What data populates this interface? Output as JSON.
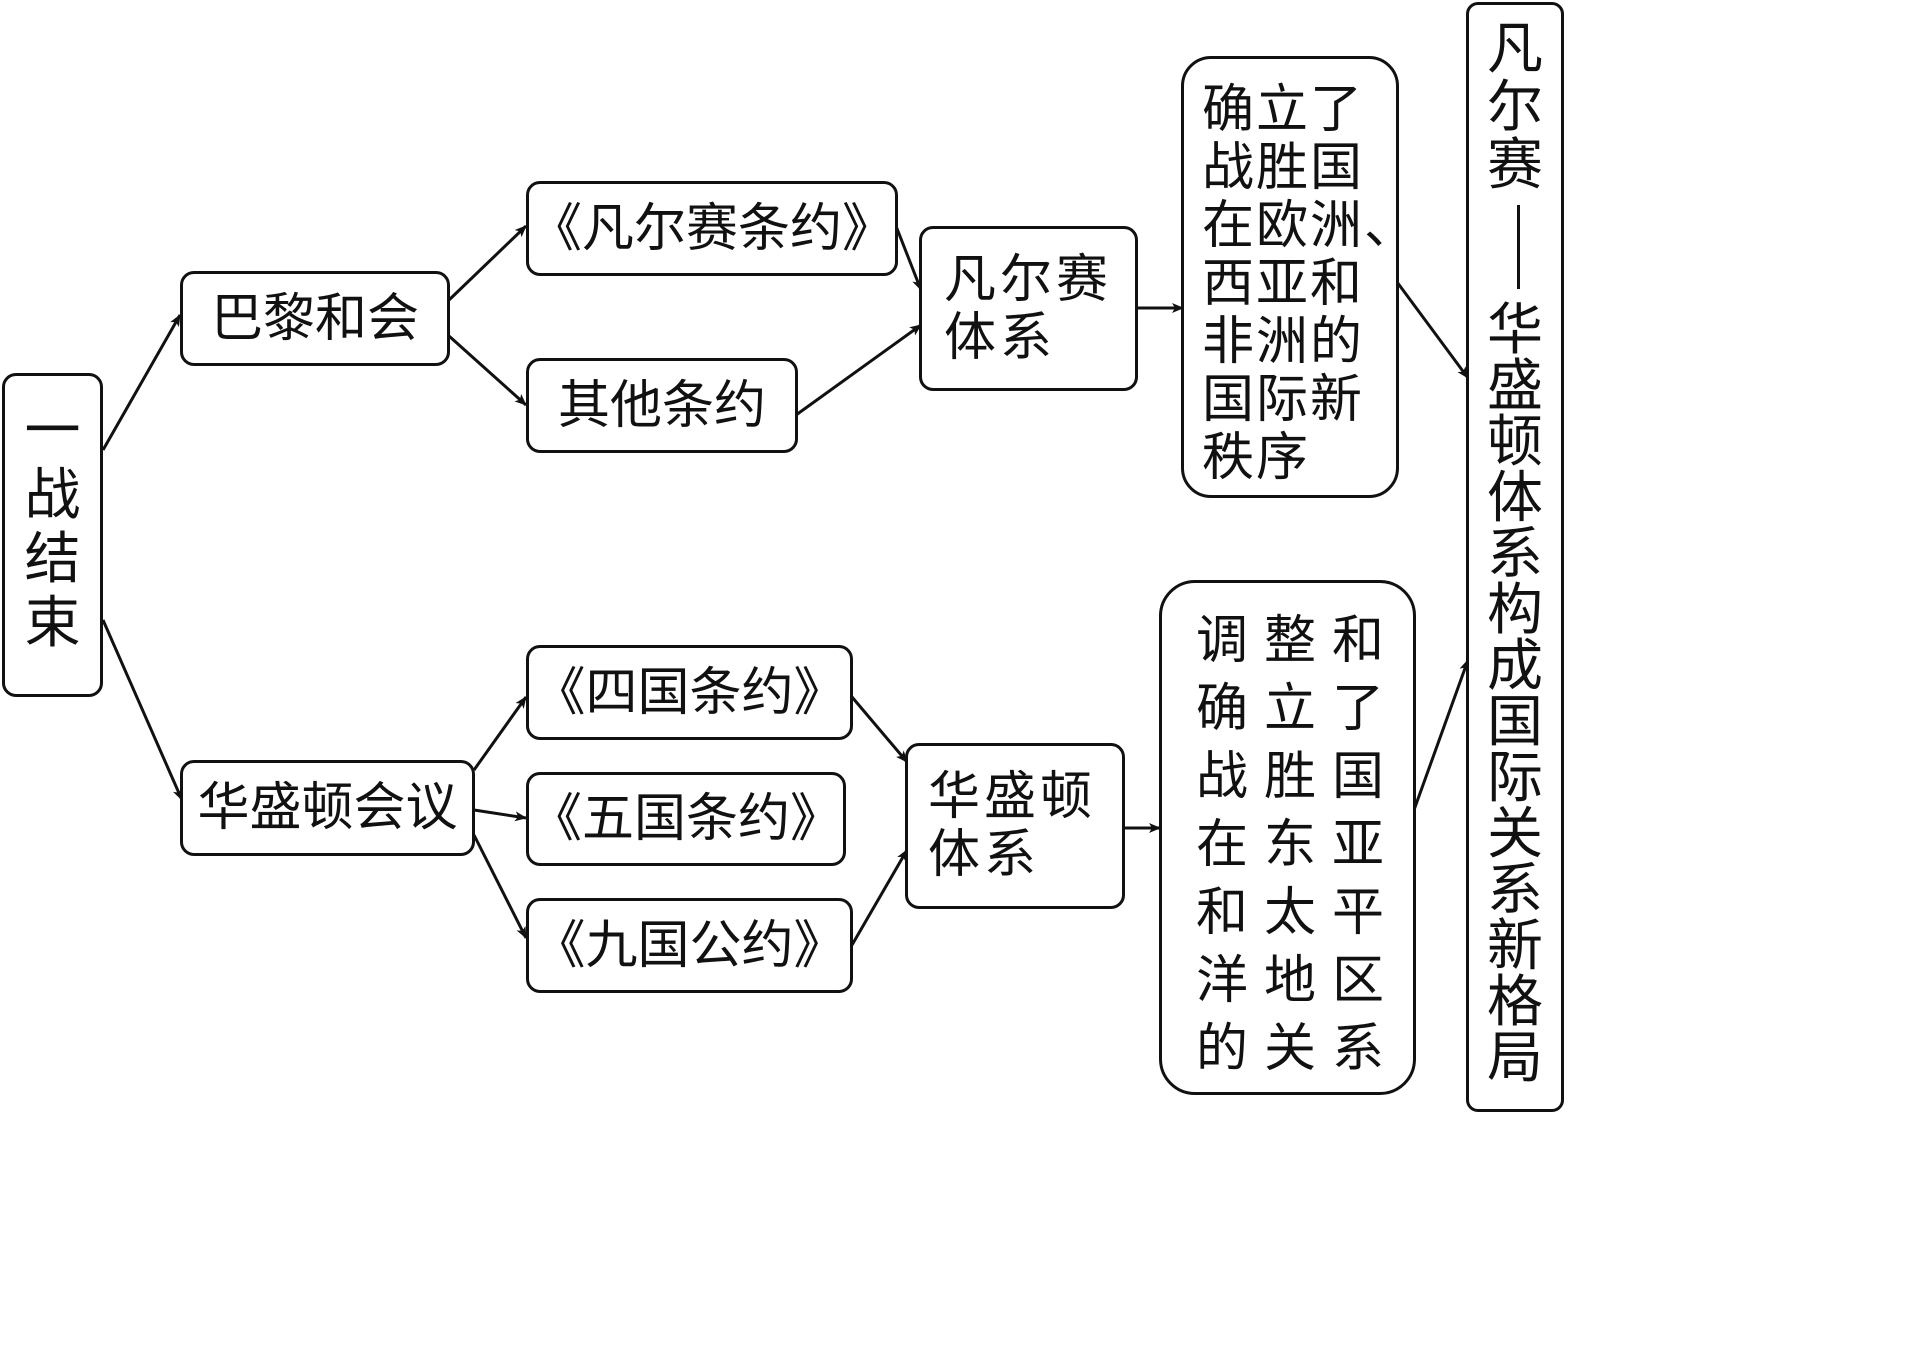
{
  "root": "一战结束",
  "conferences": {
    "paris": "巴黎和会",
    "washington": "华盛顿会议"
  },
  "treaties": {
    "versailles": "《凡尔赛条约》",
    "others": "其他条约",
    "four_power": "《四国条约》",
    "five_power": "《五国条约》",
    "nine_power": "《九国公约》"
  },
  "systems": {
    "versailles": "凡尔赛\n体系",
    "washington": "华盛顿\n体系"
  },
  "outcomes": {
    "versailles": "确立了\n战胜国\n在欧洲、\n西亚和\n非洲的\n国际新\n秩序",
    "washington": "调整和\n确立了\n战胜国\n在东亚\n和太平\n洋地区\n的关系"
  },
  "conclusion": {
    "part1": "凡尔赛",
    "dash": "—",
    "part2": "华盛顿体系构成国际关系新格局"
  }
}
